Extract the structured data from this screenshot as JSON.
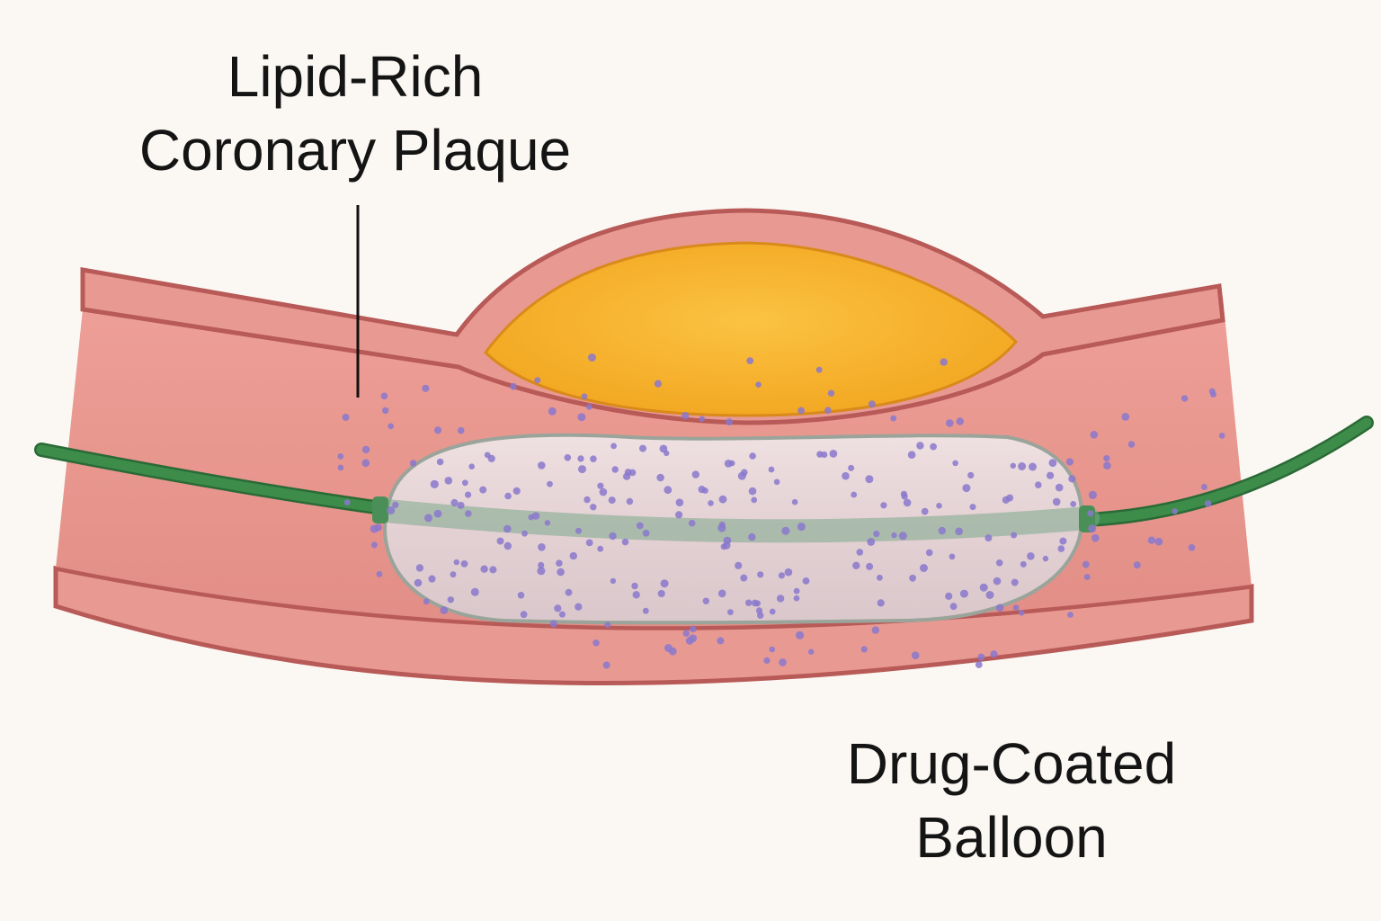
{
  "labels": {
    "plaque": [
      "Lipid-Rich",
      "Coronary Plaque"
    ],
    "balloon": [
      "Drug-Coated",
      "Balloon"
    ]
  },
  "colors": {
    "background": "#fbf8f3",
    "vessel_wall": "#e89a92",
    "vessel_edge": "#b85a57",
    "lumen": "#e08c84",
    "plaque_core": "#f7b531",
    "plaque_edge": "#d98a1a",
    "balloon_fill": "#e9dde0",
    "balloon_edge": "#9aa49a",
    "catheter": "#3d8c4a",
    "catheter_dark": "#2a6a36",
    "drug_particles": "#8a78cc"
  },
  "icons": {
    "leader": "leader-line",
    "particles": "drug-particle-dots"
  }
}
